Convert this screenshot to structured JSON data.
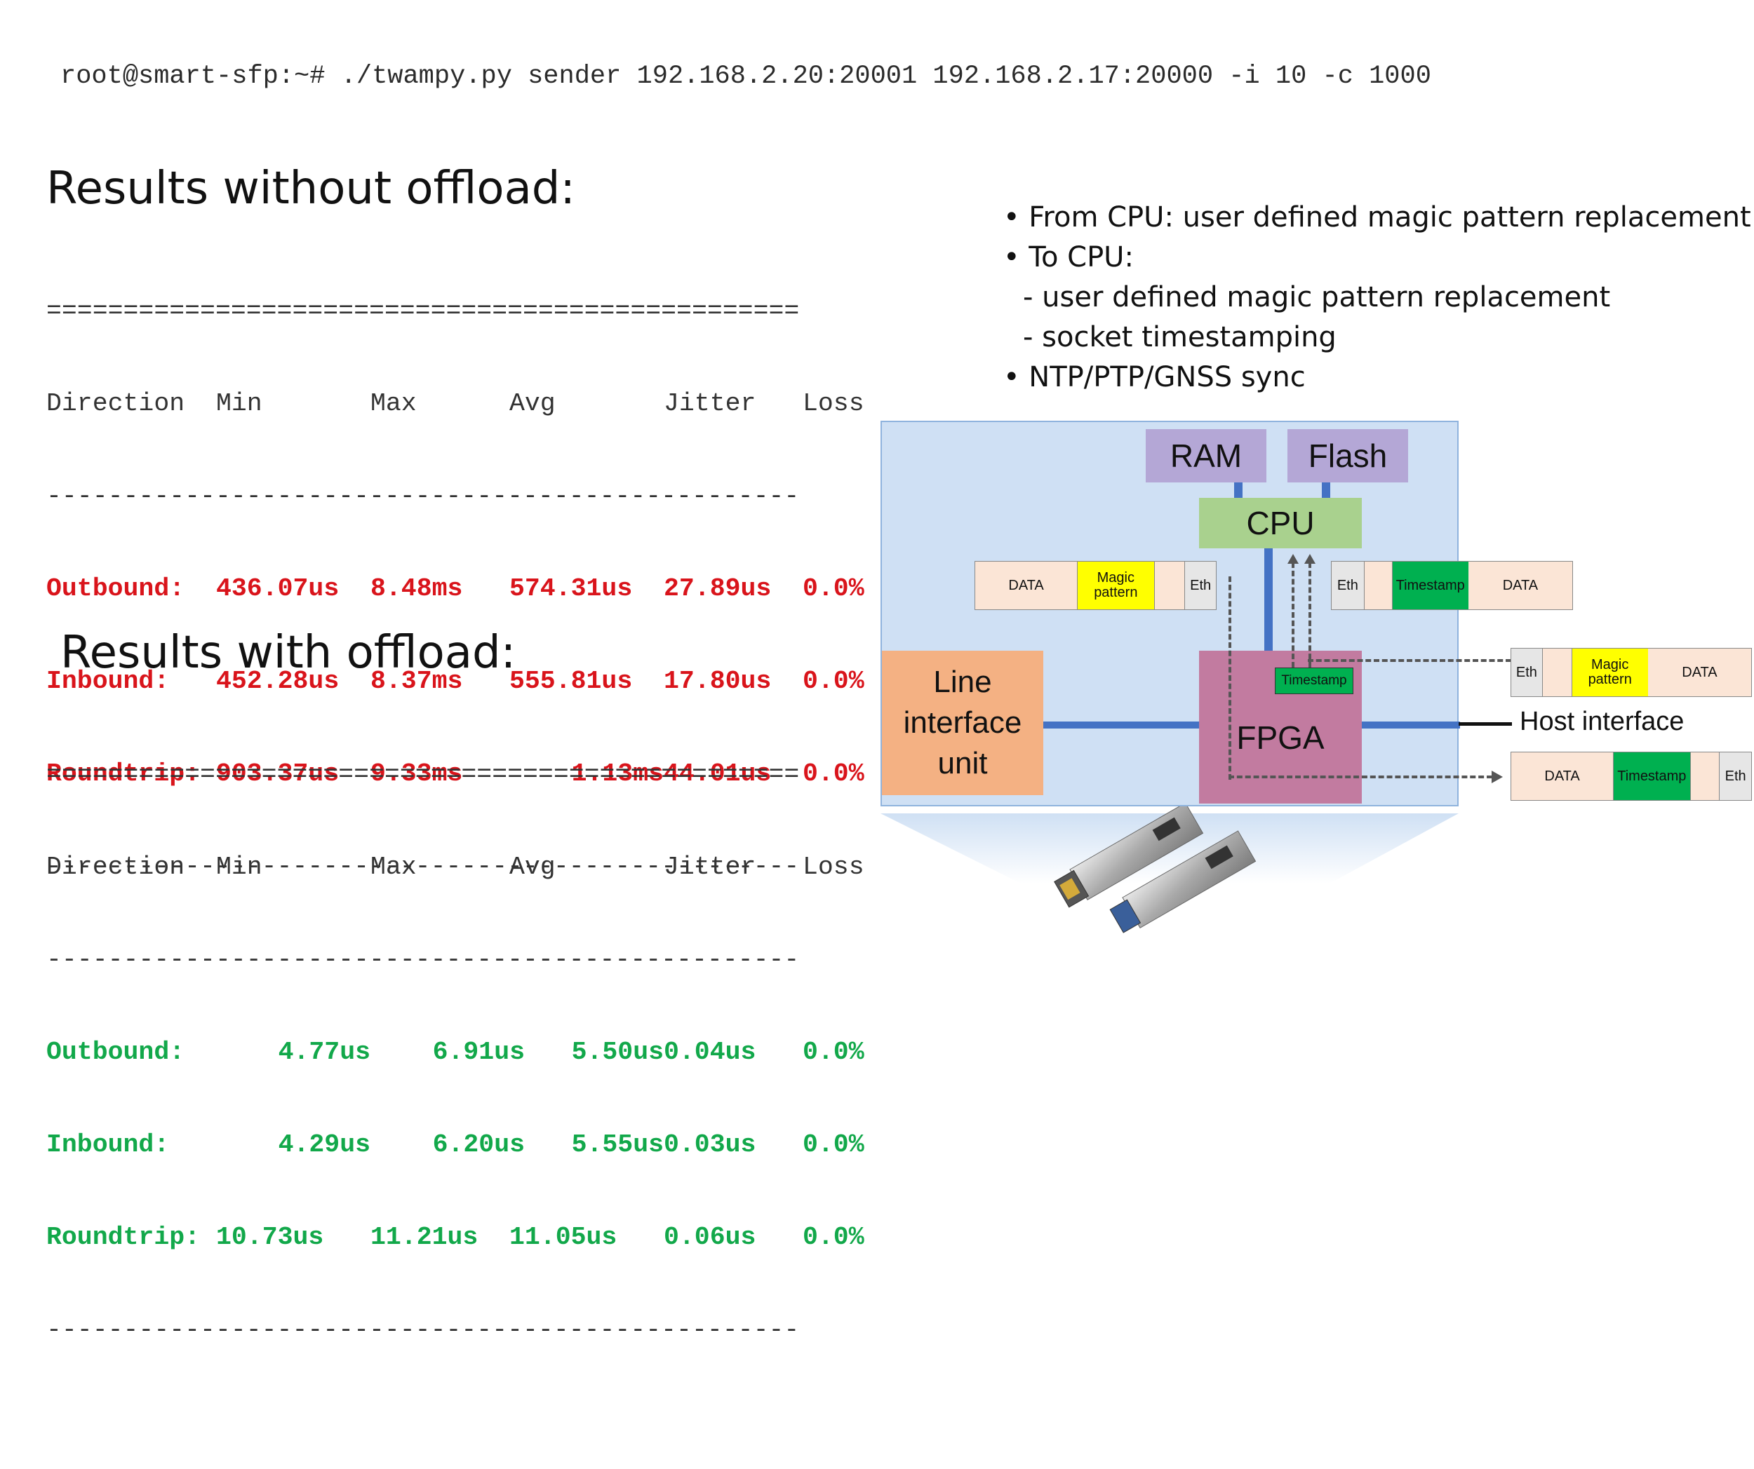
{
  "command": "root@smart-sfp:~# ./twampy.py sender 192.168.2.20:20001 192.168.2.17:20000 -i 10 -c 1000",
  "without": {
    "heading": "Results without offload:",
    "rule_top": "=================================================",
    "rule_mid": "-------------------------------------------------",
    "rule_bot": "-------------------------------------------------",
    "headers": [
      "Direction",
      "Min",
      "Max",
      "Avg",
      "Jitter",
      "Loss"
    ],
    "rows": [
      [
        "Outbound:",
        "436.07us",
        "8.48ms",
        "574.31us",
        "27.89us",
        "0.0%"
      ],
      [
        "Inbound:",
        "452.28us",
        "8.37ms",
        "555.81us",
        "17.80us",
        "0.0%"
      ],
      [
        "Roundtrip:",
        "903.37us",
        "9.33ms",
        "1.13ms",
        "44.01us",
        "0.0%"
      ]
    ]
  },
  "with": {
    "heading": "Results with offload:",
    "rule_top": "=================================================",
    "rule_mid": "-------------------------------------------------",
    "rule_bot": "-------------------------------------------------",
    "headers": [
      "Direction",
      "Min",
      "Max",
      "Avg",
      "Jitter",
      "Loss"
    ],
    "rows": [
      [
        "Outbound:",
        "4.77us",
        "6.91us",
        "5.50us",
        "0.04us",
        "0.0%"
      ],
      [
        "Inbound:",
        "4.29us",
        "6.20us",
        "5.55us",
        "0.03us",
        "0.0%"
      ],
      [
        "Roundtrip:",
        "10.73us",
        "11.21us",
        "11.05us",
        "0.06us",
        "0.0%"
      ]
    ]
  },
  "bullets": [
    "• From CPU: user defined magic pattern replacement",
    "• To CPU:",
    "  - user defined magic pattern replacement",
    "  - socket timestamping",
    "• NTP/PTP/GNSS sync"
  ],
  "diagram": {
    "ram": "RAM",
    "flash": "Flash",
    "cpu": "CPU",
    "fpga": "FPGA",
    "line_unit": [
      "Line",
      "interface",
      "unit"
    ],
    "host_interface": "Host interface",
    "fpga_timestamp": "Timestamp",
    "packets": {
      "data": "DATA",
      "eth": "Eth",
      "magic": [
        "Magic",
        "pattern"
      ],
      "timestamp": "Timestamp"
    }
  },
  "colors": {
    "red": "#d9141b",
    "green": "#12a84a",
    "diagram_bg": "#cfe0f4",
    "ram_flash": "#b4a7d6",
    "cpu": "#a9d18e",
    "fpga": "#c27ba0",
    "line_unit": "#f4b183",
    "bus": "#4472c4"
  }
}
